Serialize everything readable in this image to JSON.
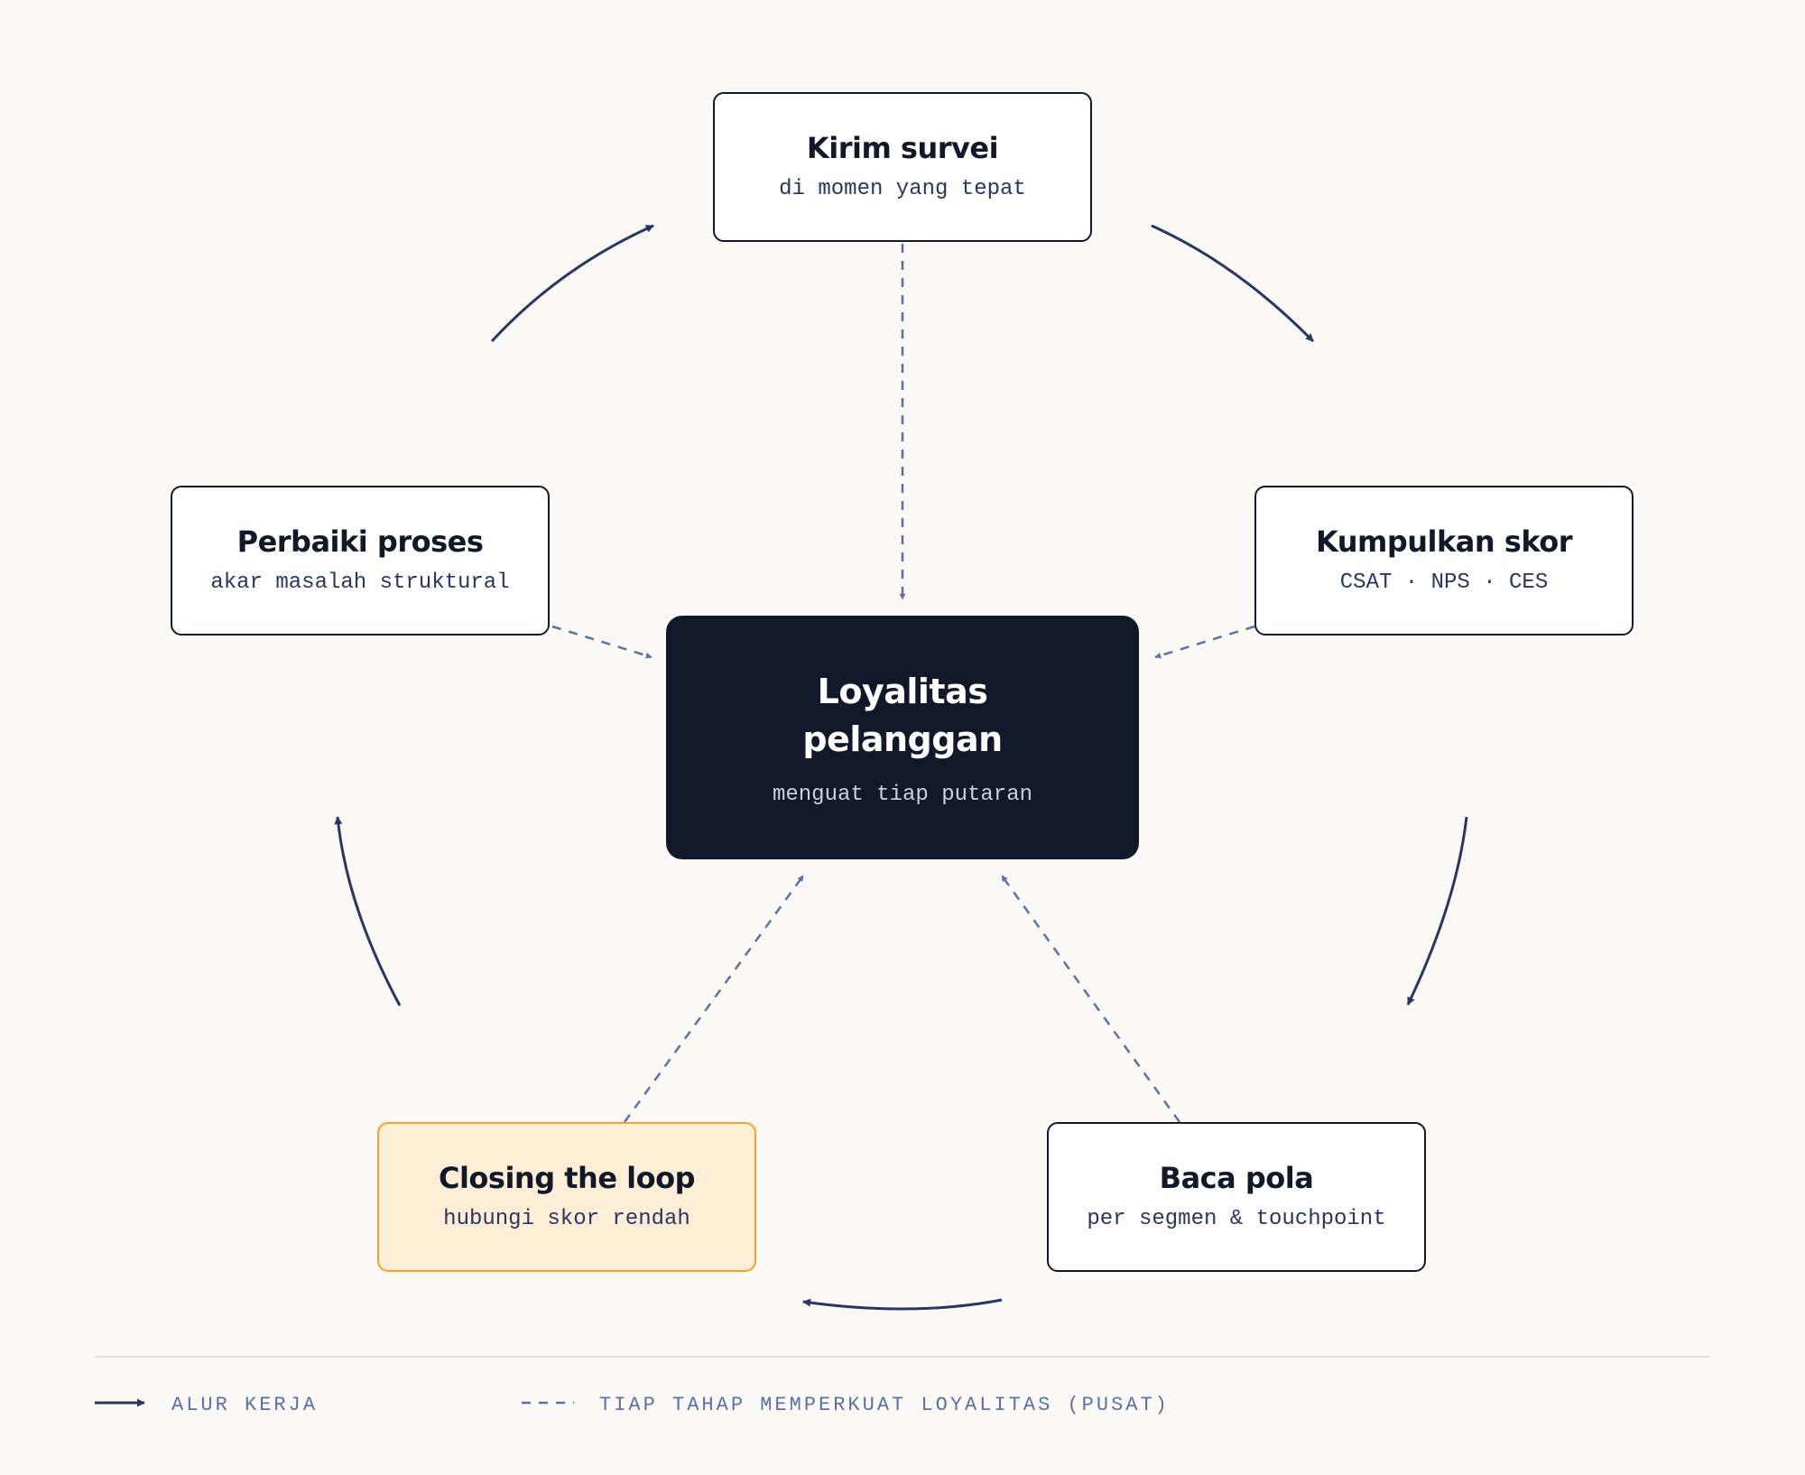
{
  "nodes": {
    "top": {
      "title": "Kirim survei",
      "subtitle": "di momen yang tepat"
    },
    "right": {
      "title": "Kumpulkan skor",
      "subtitle": "CSAT · NPS · CES"
    },
    "bottom_right": {
      "title": "Baca pola",
      "subtitle": "per segmen & touchpoint"
    },
    "bottom_left": {
      "title": "Closing the loop",
      "subtitle": "hubungi skor rendah"
    },
    "left": {
      "title": "Perbaiki proses",
      "subtitle": "akar masalah struktural"
    }
  },
  "center": {
    "title": "Loyalitas pelanggan",
    "subtitle": "menguat tiap putaran"
  },
  "legend": {
    "flow_label": "ALUR KERJA",
    "dashed_label": "TIAP TAHAP MEMPERKUAT LOYALITAS (PUSAT)"
  },
  "colors": {
    "background": "#fbf9f5",
    "flow_arrow": "#2a3560",
    "dashed_connector": "#5f6fa3",
    "center_fill": "#111829",
    "highlight_fill": "#feeed8",
    "highlight_border": "#f0a52a",
    "node_border": "#111827"
  }
}
